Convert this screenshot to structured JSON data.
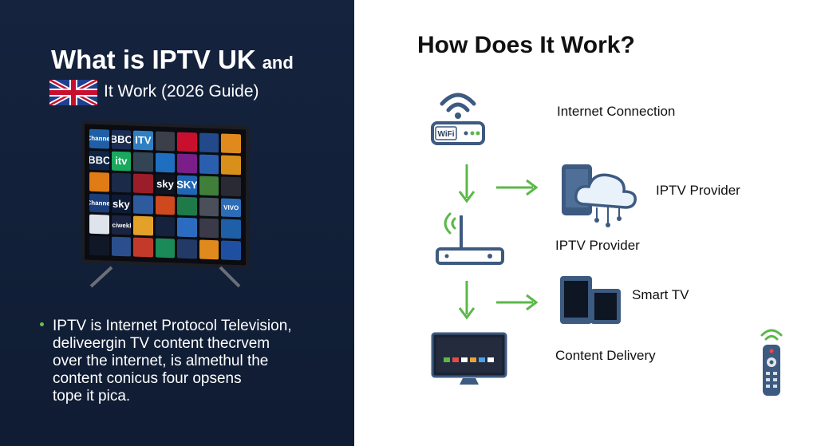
{
  "left": {
    "title_line1": "What is IPTV UK",
    "title_line1_suffix": "and",
    "title_line2": "It Work (2026 Guide)",
    "tv_tiles": [
      "Channel",
      "BBC",
      "ITV",
      "",
      "",
      "",
      "",
      "BBC",
      "itv",
      "",
      "",
      "",
      "",
      "",
      "",
      "",
      "",
      "sky",
      "SKY",
      "",
      "",
      "Channel",
      "sky",
      "",
      "",
      "",
      "",
      "VIVO",
      "",
      "Uciwekly",
      "",
      "",
      "",
      "",
      ""
    ],
    "bullet_lines": [
      "IPTV is Internet Protocol Television,",
      "deliveergin TV content thecrvem",
      "over the internet, is almethul the",
      "content conicus four opsens",
      "tope it pica."
    ]
  },
  "right": {
    "heading": "How Does It Work?",
    "wifi_badge": "WiFi",
    "labels": {
      "internet_connection": "Internet Connection",
      "iptv_provider_cloud": "IPTV Provider",
      "iptv_provider_router": "IPTV Provider",
      "smart_tv": "Smart TV",
      "content_delivery": "Content Delivery"
    }
  },
  "colors": {
    "left_bg": "#13213b",
    "arrow_green": "#5bb848",
    "icon_blue": "#3d5a80"
  }
}
